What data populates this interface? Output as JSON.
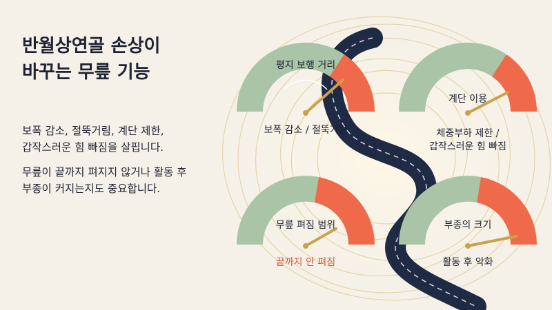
{
  "title": {
    "line1": "반월상연골 손상이",
    "line2": "바꾸는 무릎 기능"
  },
  "paragraphs": {
    "p1": {
      "line1": "보폭 감소, 절뚝거림, 계단 제한,",
      "line2": "갑작스러운 힘 빠짐을 살핍니다."
    },
    "p2": {
      "line1": "무릎이 끝까지 펴지지 않거나 활동 후",
      "line2": "부종이 커지는지도 중요합니다."
    }
  },
  "gauges": [
    {
      "label": "평지 보행 거리",
      "caption": "보폭 감소 / 절뚝거림"
    },
    {
      "label": "계단 이용",
      "caption_line1": "체중부하 제한 /",
      "caption_line2": "갑작스러운 힘 빠짐"
    },
    {
      "label": "무릎 펴짐 범위",
      "caption": "끝까지 안 펴짐"
    },
    {
      "label": "부종의 크기",
      "caption": "활동 후 악화"
    }
  ],
  "colors": {
    "background": "#f6f1e8",
    "gauge_green": "#a9c4a6",
    "gauge_red": "#ef6a4a",
    "needle": "#c9a24e",
    "road": "#1f2a44",
    "alert_text": "#d9583a"
  }
}
